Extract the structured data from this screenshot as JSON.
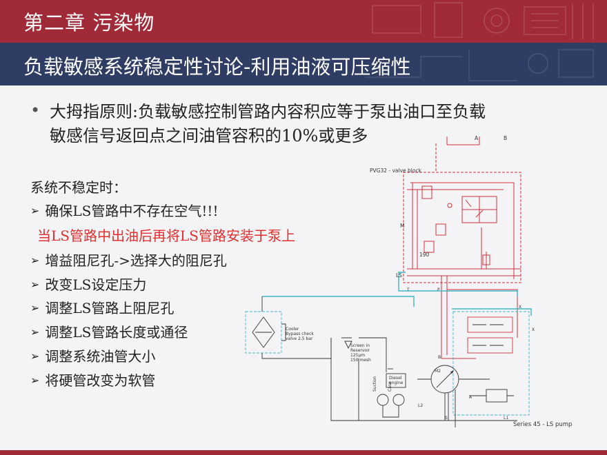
{
  "header": {
    "chapter_title": "第二章 污染物",
    "section_title": "负载敏感系统稳定性讨论-利用油液可压缩性"
  },
  "bullet": {
    "line1": "大拇指原则:负载敏感控制管路内容积应等于泵出油口至负载",
    "line2": "敏感信号返回点之间油管容积的10%或更多"
  },
  "list": {
    "heading": "系统不稳定时：",
    "items": [
      "确保LS管路中不存在空气!!!",
      "增益阻尼孔->选择大的阻尼孔",
      "改变LS设定压力",
      "调整LS管路上阻尼孔",
      "调整LS管路长度或通径",
      "调整系统油管大小",
      "将硬管改变为软管"
    ],
    "red_note": "当LS管路中出油后再将LS管路安装于泵上"
  },
  "diagram": {
    "port_a": "A",
    "port_b": "B",
    "valve_block": "PVG32 - valve block",
    "port_m": "M",
    "pressure_190": "190",
    "port_ls": "LS",
    "port_t": "T",
    "port_p": "P",
    "port_x1": "X",
    "port_x2": "X",
    "port_b2": "B",
    "port_m2": "M2",
    "port_l2": "L2",
    "port_s": "S",
    "port_l1": "L1",
    "port_a2": "A",
    "cooler": [
      "Cooler",
      "Bypass check",
      "valve 2,5 bar"
    ],
    "screen": [
      "Screen in",
      "Reservoir",
      "125µm",
      "150 mesh"
    ],
    "suction": "Suction",
    "case": "Case",
    "engine": [
      "Diesel",
      "engine"
    ],
    "pump_series": "Series 45 - LS pump"
  },
  "colors": {
    "chapter_band": "#a12a38",
    "section_band": "#2f3c63",
    "red_note": "#e03030",
    "circuit_red": "#d0303a",
    "circuit_cyan": "#3fb5c5"
  },
  "icons": {
    "bullet": "bullet-dot-icon",
    "list_marker": "arrowhead-icon"
  }
}
